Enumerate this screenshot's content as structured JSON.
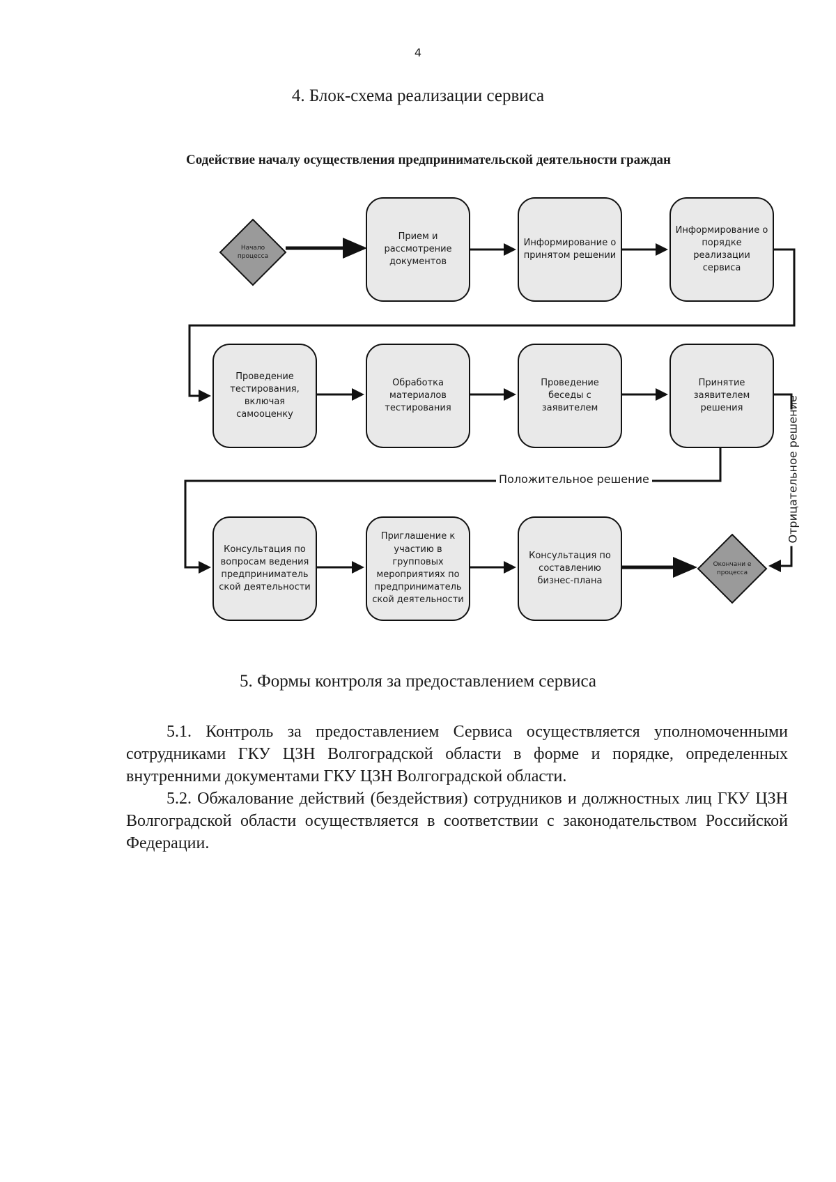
{
  "page_number": "4",
  "section4_heading": "4.  Блок-схема реализации сервиса",
  "diagram": {
    "title": "Содействие началу осуществления предпринимательской деятельности граждан",
    "start_node": "Начало процесса",
    "end_node": "Окончани е процесса",
    "steps": [
      "Прием и рассмотрение документов",
      "Информирование о принятом решении",
      "Информирование о порядке реализации сервиса",
      "Проведение тестирования, включая самооценку",
      "Обработка материалов тестирования",
      "Проведение беседы с заявителем",
      "Принятие заявителем решения",
      "Консультация по вопросам ведения предприниматель ской деятельности",
      "Приглашение к участию в групповых мероприятиях по предприниматель ской деятельности",
      "Консультация по составлению бизнес-плана"
    ],
    "positive_label": "Положительное решение",
    "negative_label": "Отрицательное решение"
  },
  "section5_heading": "5.  Формы контроля за предоставлением сервиса",
  "paragraphs": [
    "5.1. Контроль за предоставлением Сервиса осуществляется уполномоченными сотрудниками ГКУ ЦЗН Волгоградской области в форме и порядке, определенных внутренними документами ГКУ ЦЗН Волгоградской области.",
    "5.2. Обжалование действий (бездействия) сотрудников и должностных лиц ГКУ ЦЗН Волгоградской области осуществляется в соответствии с законодательством Российской Федерации."
  ],
  "colors": {
    "box_fill": "#e9e9e9",
    "diamond_fill": "#9a9a9a",
    "line": "#111111"
  }
}
